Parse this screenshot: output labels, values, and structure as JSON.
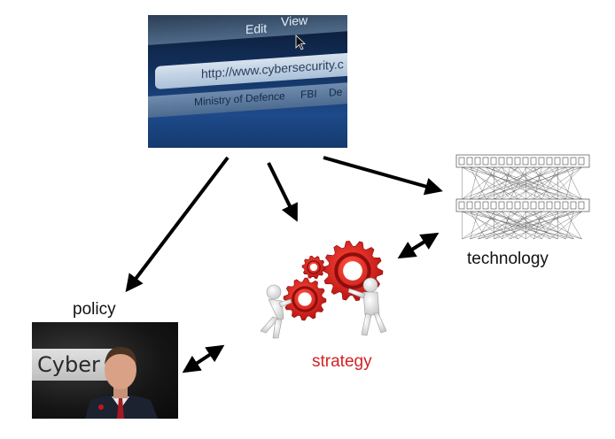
{
  "browser": {
    "menu": [
      "Edit",
      "View"
    ],
    "url": "http://www.cybersecurity.c",
    "bookmarks": [
      "Ministry of Defence",
      "FBI",
      "De"
    ]
  },
  "labels": {
    "technology": "technology",
    "strategy": "strategy",
    "policy": "policy"
  },
  "photo": {
    "sign_text": "Cyber"
  },
  "colors": {
    "strategy_text": "#d42222",
    "gear": "#e01b1b",
    "arrows": "#000000"
  }
}
